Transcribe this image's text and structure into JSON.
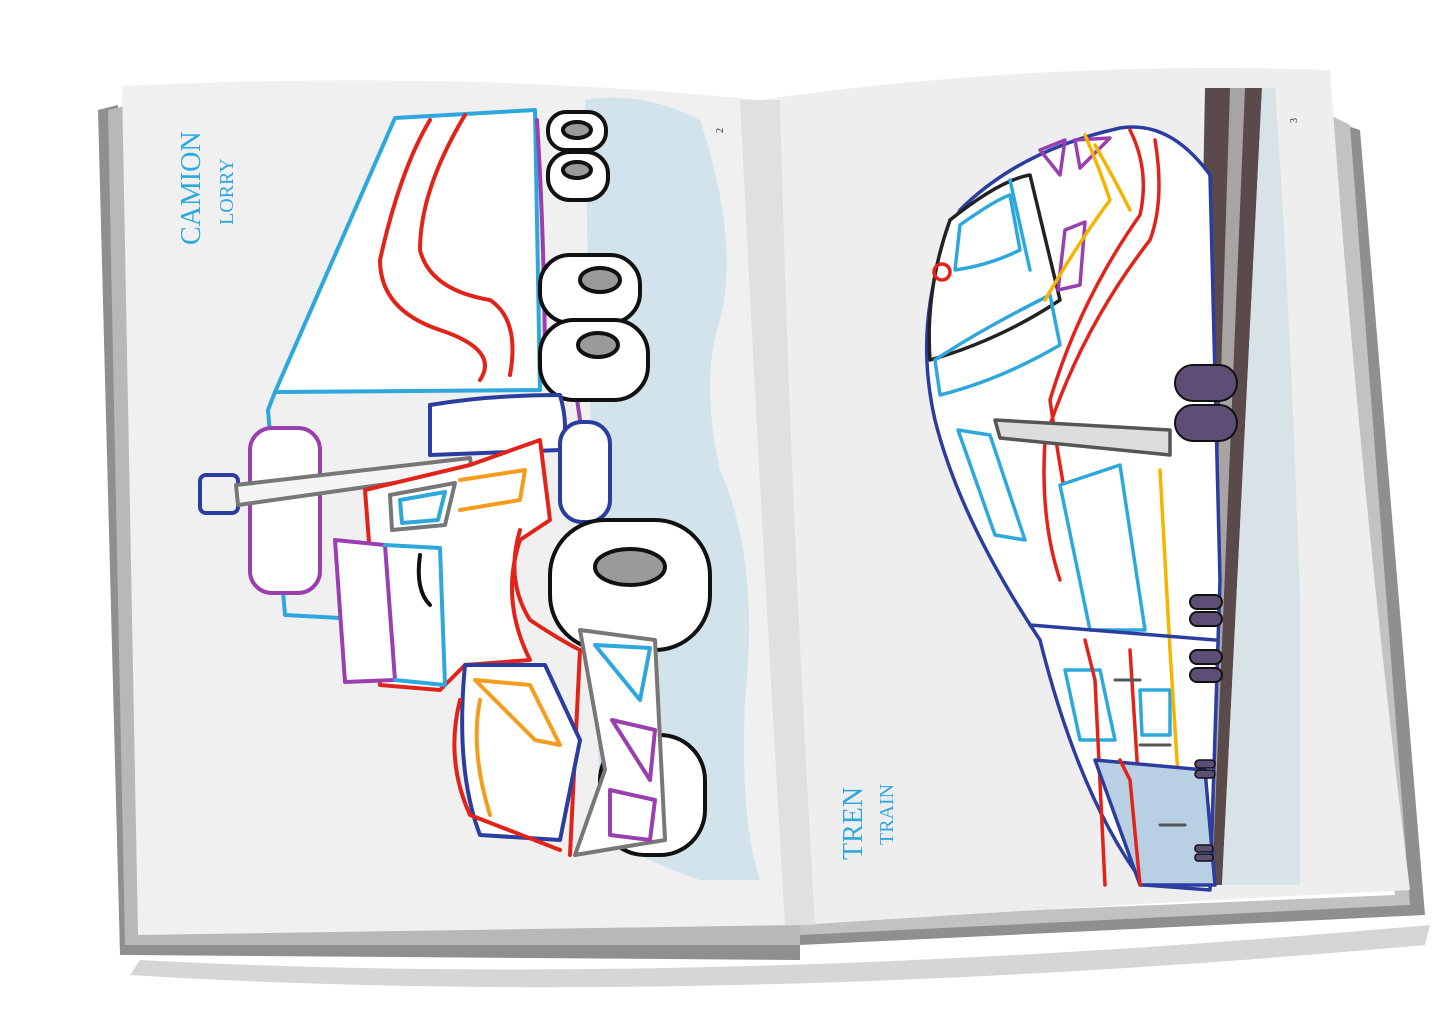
{
  "left_page": {
    "title": "CAMION",
    "subtitle": "LORRY",
    "page_number": "2",
    "illustration": "lorry-outline-drawing"
  },
  "right_page": {
    "title": "TREN",
    "subtitle": "TRAIN",
    "page_number": "3",
    "illustration": "train-outline-drawing"
  },
  "colors": {
    "page": "#efefef",
    "page_edge": "#9a9a9a",
    "shadow_blue": "#d3e3ec",
    "label_blue": "#2fa8e0"
  }
}
